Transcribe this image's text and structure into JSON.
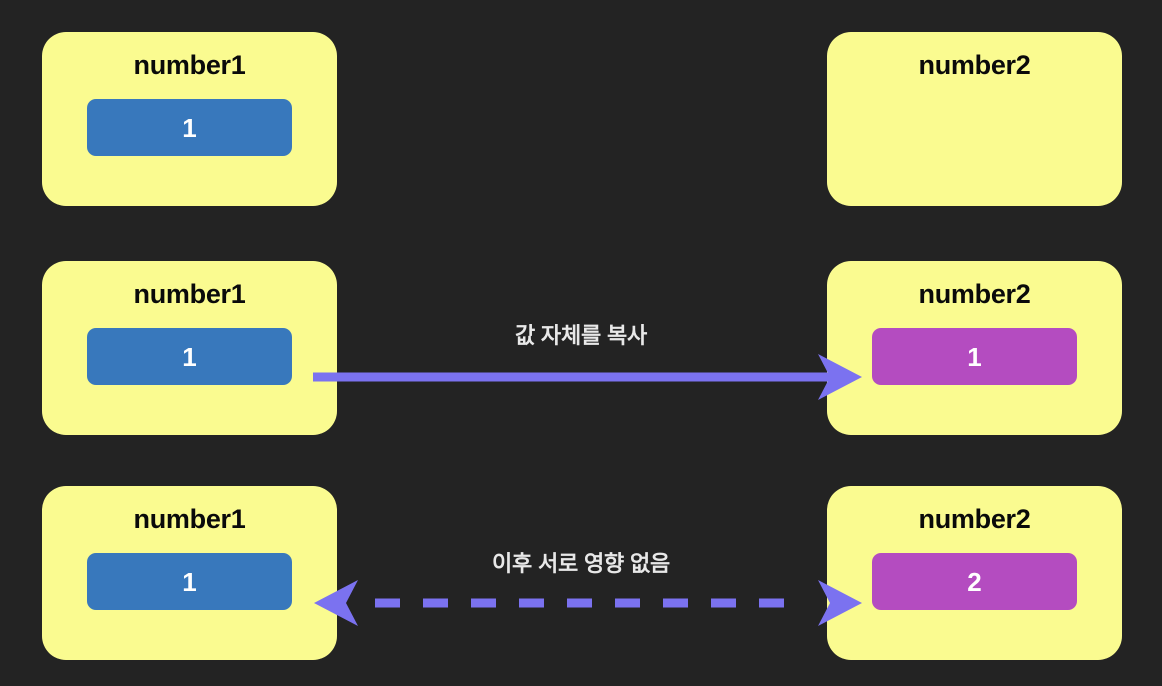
{
  "diagram": {
    "title": "value copy semantics",
    "background_color": "#232323",
    "palette": {
      "card": "#FAFB90",
      "chip_source": "#3878BC",
      "chip_target": "#B44CC0",
      "arrow": "#7B72F0",
      "label_text": "#E8E8E8",
      "card_title_text": "#0A0A0A",
      "chip_text": "#FFFFFF"
    },
    "rows": [
      {
        "id": "row-initial",
        "left": {
          "title": "number1",
          "value": "1",
          "has_value": true
        },
        "right": {
          "title": "number2",
          "value": "",
          "has_value": false
        },
        "edge": {
          "present": false,
          "label": "",
          "style": "",
          "direction": ""
        }
      },
      {
        "id": "row-copy",
        "left": {
          "title": "number1",
          "value": "1",
          "has_value": true
        },
        "right": {
          "title": "number2",
          "value": "1",
          "has_value": true
        },
        "edge": {
          "present": true,
          "label": "값 자체를 복사",
          "style": "solid",
          "direction": "right"
        }
      },
      {
        "id": "row-independent",
        "left": {
          "title": "number1",
          "value": "1",
          "has_value": true
        },
        "right": {
          "title": "number2",
          "value": "2",
          "has_value": true
        },
        "edge": {
          "present": true,
          "label": "이후 서로 영향 없음",
          "style": "dashed",
          "direction": "both"
        }
      }
    ]
  }
}
